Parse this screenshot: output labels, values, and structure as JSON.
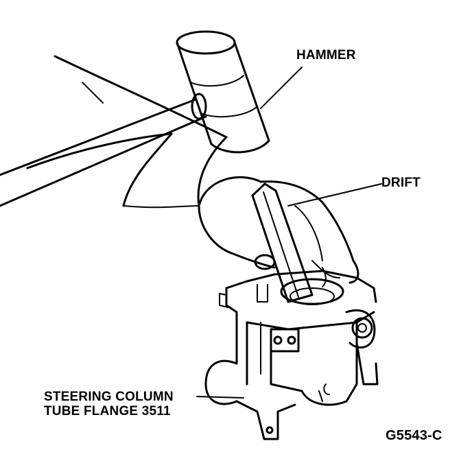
{
  "labels": {
    "hammer": "HAMMER",
    "drift": "DRIFT",
    "steering_line1": "STEERING COLUMN",
    "steering_line2": "TUBE FLANGE 3511",
    "figure_code": "G5543-C"
  },
  "colors": {
    "ink": "#000000",
    "paper": "#ffffff"
  }
}
